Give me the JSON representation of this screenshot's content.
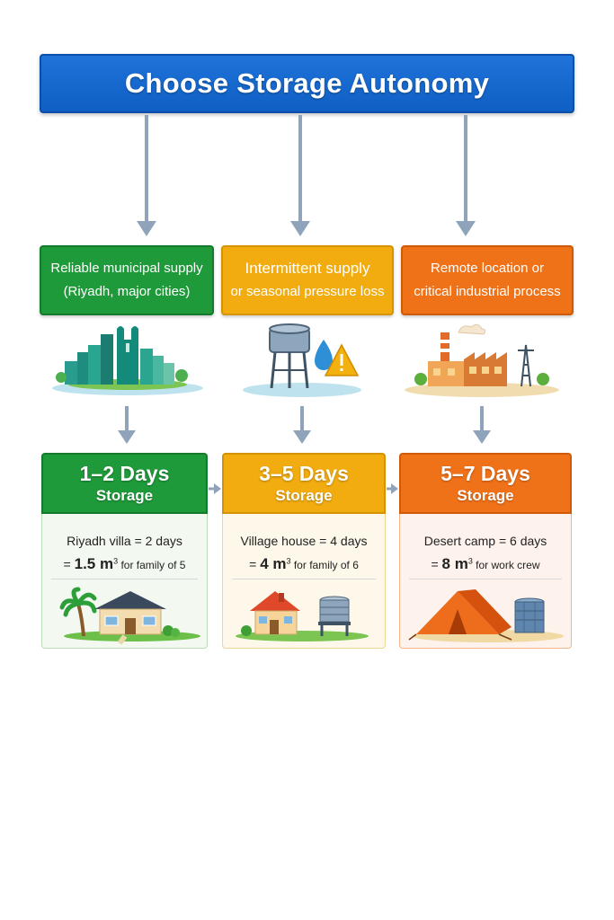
{
  "title": "Choose Storage Autonomy",
  "conditions": [
    {
      "line1": "Reliable municipal supply",
      "line2": "(Riyadh, major cities)"
    },
    {
      "line1": "Intermittent supply",
      "line2": "or seasonal pressure loss"
    },
    {
      "line1": "Remote location or",
      "line2": "critical industrial process"
    }
  ],
  "storage": [
    {
      "days": "1–2 Days",
      "label": "Storage",
      "example": "Riyadh villa = 2 days",
      "volume_prefix": "= ",
      "volume": "1.5 m",
      "volume_sup": "3",
      "volume_note": " for family of 5"
    },
    {
      "days": "3–5 Days",
      "label": "Storage",
      "example": "Village house = 4 days",
      "volume_prefix": "= ",
      "volume": "4 m",
      "volume_sup": "3",
      "volume_note": " for family of 6"
    },
    {
      "days": "5–7 Days",
      "label": "Storage",
      "example": "Desert camp = 6 days",
      "volume_prefix": "= ",
      "volume": "8 m",
      "volume_sup": "3",
      "volume_note": " for work crew"
    }
  ],
  "colors": {
    "title": "#1565d8",
    "green": "#1f9a3a",
    "yellow": "#f2ac0f",
    "orange": "#f07218",
    "arrow": "#8fa3bb"
  },
  "icons": [
    "city-skyline-icon",
    "water-tower-warning-icon",
    "factory-icon",
    "villa-palm-icon",
    "house-tank-icon",
    "tent-tank-icon"
  ]
}
